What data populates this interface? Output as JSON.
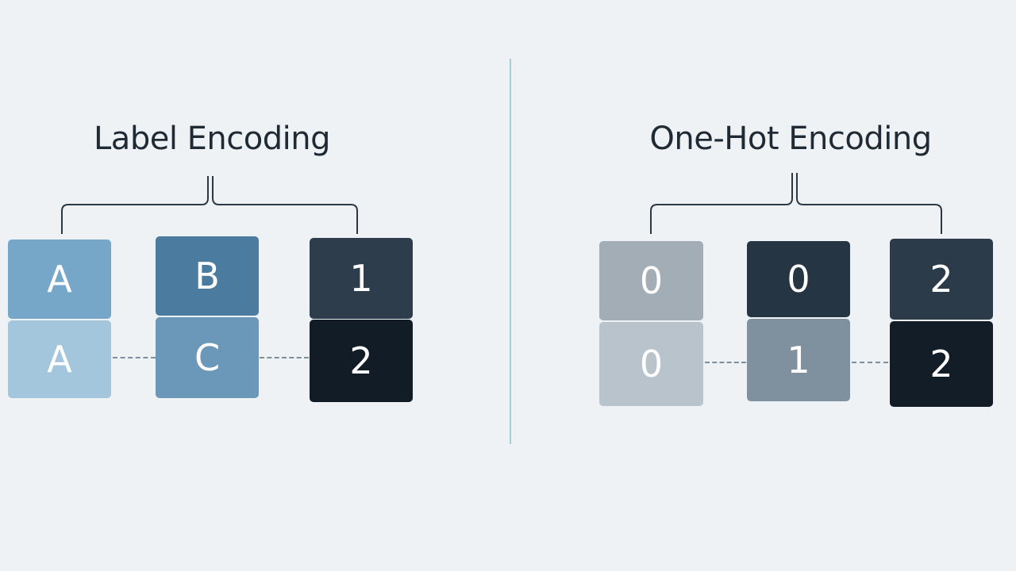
{
  "left_panel": {
    "title": "Label Encoding",
    "columns": [
      {
        "top": {
          "text": "A",
          "color": "#76a6c8"
        },
        "bottom": {
          "text": "A",
          "color": "#a4c6dc"
        }
      },
      {
        "top": {
          "text": "B",
          "color": "#4b7ca0"
        },
        "bottom": {
          "text": "C",
          "color": "#6b98b9"
        }
      },
      {
        "top": {
          "text": "1",
          "color": "#2e3d4b"
        },
        "bottom": {
          "text": "2",
          "color": "#111c27"
        }
      }
    ]
  },
  "right_panel": {
    "title": "One-Hot Encoding",
    "columns": [
      {
        "top": {
          "text": "0",
          "color": "#a2adb6"
        },
        "bottom": {
          "text": "0",
          "color": "#b9c3cb"
        }
      },
      {
        "top": {
          "text": "0",
          "color": "#253544"
        },
        "bottom": {
          "text": "1",
          "color": "#7f909f"
        }
      },
      {
        "top": {
          "text": "2",
          "color": "#2c3b49"
        },
        "bottom": {
          "text": "2",
          "color": "#121d28"
        }
      }
    ]
  }
}
